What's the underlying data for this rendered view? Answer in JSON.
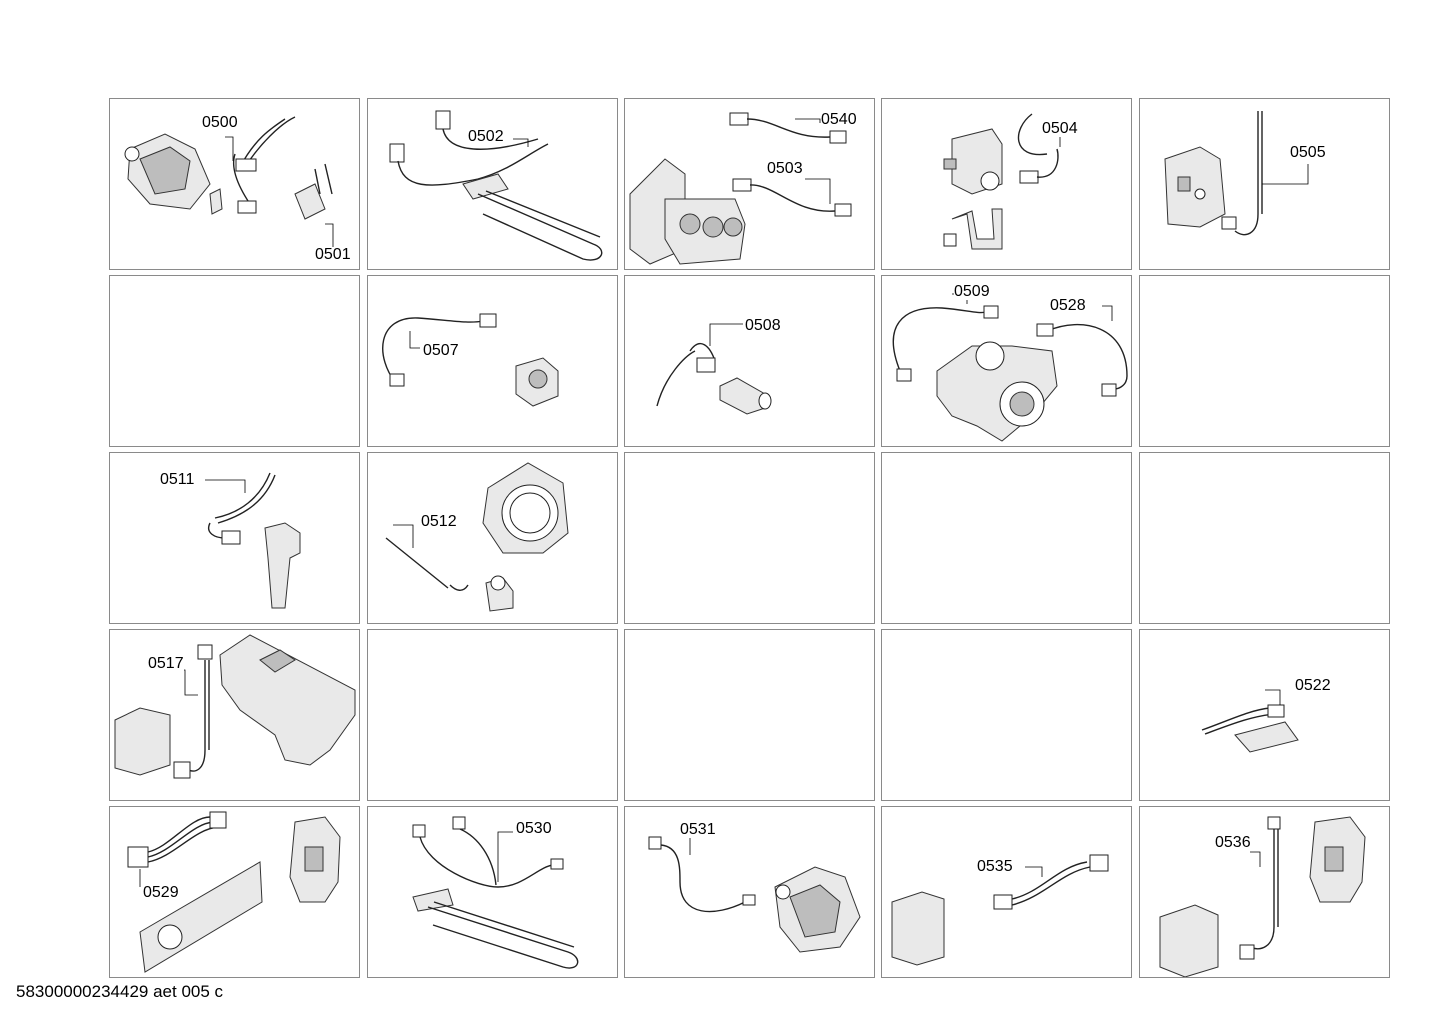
{
  "labels": {
    "l0500": "0500",
    "l0501": "0501",
    "l0502": "0502",
    "l0540": "0540",
    "l0503": "0503",
    "l0504": "0504",
    "l0505": "0505",
    "l0507": "0507",
    "l0508": "0508",
    "l0509": "0509",
    "l0528": "0528",
    "l0511": "0511",
    "l0512": "0512",
    "l0517": "0517",
    "l0522": "0522",
    "l0529": "0529",
    "l0530": "0530",
    "l0531": "0531",
    "l0535": "0535",
    "l0536": "0536"
  },
  "footer": "58300000234429 aet 005 c"
}
